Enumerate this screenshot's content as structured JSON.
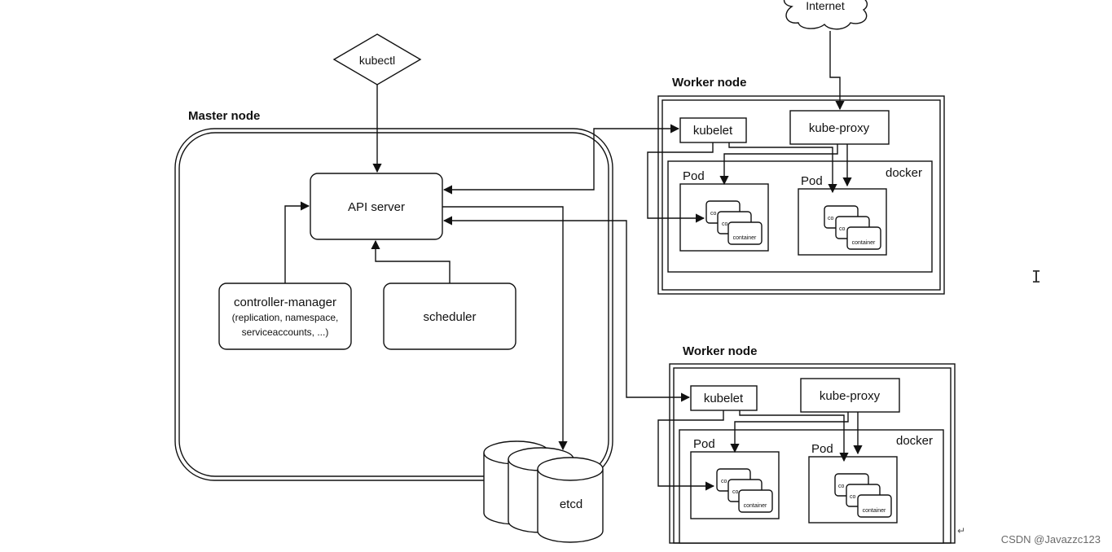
{
  "internet": "Internet",
  "kubectl": "kubectl",
  "master": {
    "title": "Master node",
    "api_server": "API server",
    "controller_manager": {
      "title": "controller-manager",
      "detail_line1": "(replication, namespace,",
      "detail_line2": "serviceaccounts, ...)"
    },
    "scheduler": "scheduler",
    "etcd": "etcd"
  },
  "workers": [
    {
      "title": "Worker node",
      "kubelet": "kubelet",
      "kube_proxy": "kube-proxy",
      "docker": "docker",
      "pods": [
        {
          "label": "Pod",
          "container_stub": "co",
          "container_label": "container"
        },
        {
          "label": "Pod",
          "container_stub": "co",
          "container_label": "container"
        }
      ]
    },
    {
      "title": "Worker node",
      "kubelet": "kubelet",
      "kube_proxy": "kube-proxy",
      "docker": "docker",
      "pods": [
        {
          "label": "Pod",
          "container_stub": "co",
          "container_label": "container"
        },
        {
          "label": "Pod",
          "container_stub": "co",
          "container_label": "container"
        }
      ]
    }
  ],
  "watermark": "CSDN @Javazzc123",
  "return_mark": "↵",
  "cursor_glyph": "I"
}
